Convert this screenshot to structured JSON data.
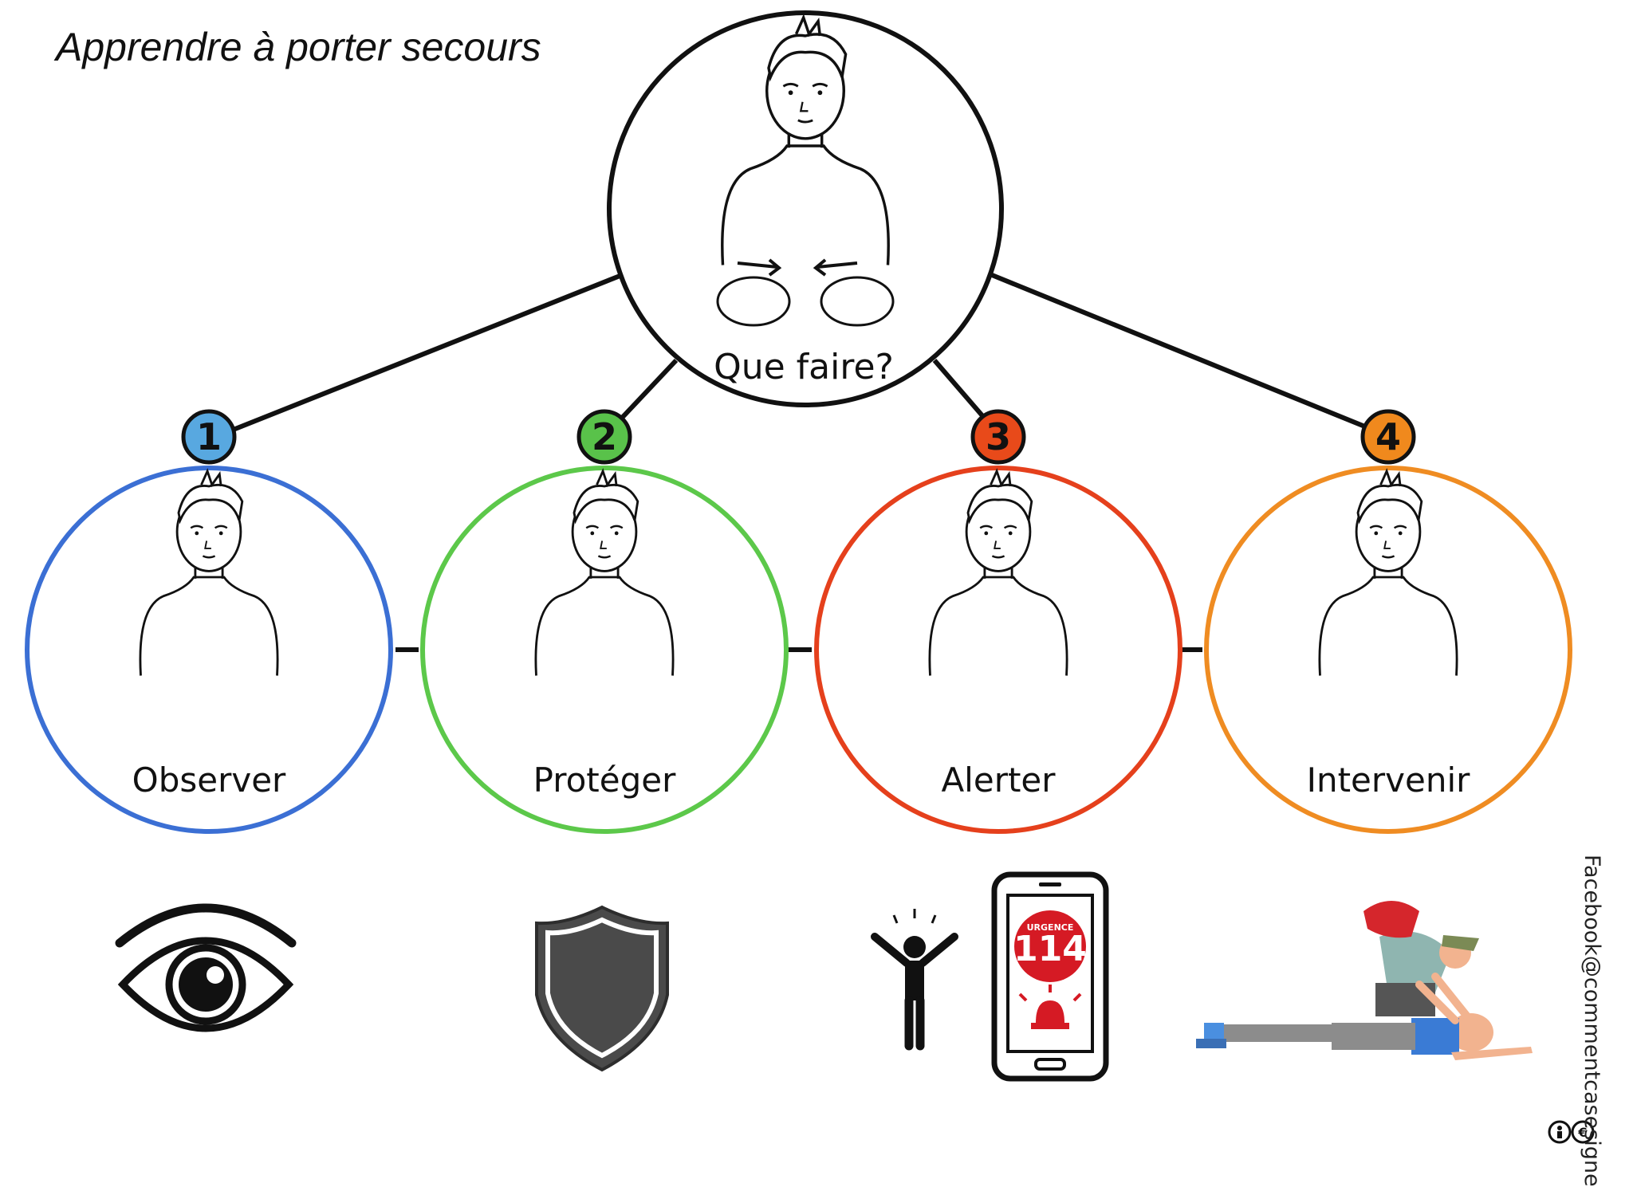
{
  "title": "Apprendre à porter secours",
  "center": {
    "label": "Que faire?"
  },
  "steps": [
    {
      "number": "1",
      "label": "Observer",
      "color": "#3b6fd4",
      "badge_color": "#58a8e0",
      "icon": "eye-icon"
    },
    {
      "number": "2",
      "label": "Protéger",
      "color": "#5cc84a",
      "badge_color": "#59c24a",
      "icon": "shield-icon"
    },
    {
      "number": "3",
      "label": "Alerter",
      "color": "#e5401c",
      "badge_color": "#e84a1a",
      "icon": "phone-alert-icon"
    },
    {
      "number": "4",
      "label": "Intervenir",
      "color": "#ef8c22",
      "badge_color": "#f0891d",
      "icon": "first-aid-icon"
    }
  ],
  "phone": {
    "badge_top": "URGENCE",
    "badge_number": "114"
  },
  "credit": "Facebook@commentcasesigne",
  "license": "cc-by-nc-icon"
}
